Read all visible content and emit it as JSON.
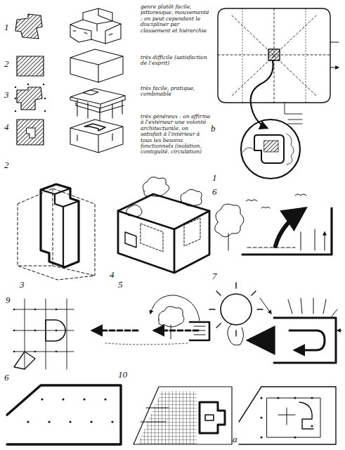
{
  "diagram": {
    "labels": [
      "1",
      "2",
      "3",
      "4",
      "genre plutôt facile, pittoresque, mouvementé ; on peut cependant le discipliner par classement et hiérarchie",
      "très difficile (satisfaction de l'esprit)",
      "très facile, pratique, combinable",
      "très généreux : on affirme à l'extérieur une volonté architecturale, on satisfait à l'intérieur à tous les besoins fonctionnels (isolation, contiguïté, circulation)",
      "2",
      "b",
      "3",
      "4",
      "1",
      "6",
      "5",
      "7",
      "9",
      "6",
      "10",
      "a"
    ]
  }
}
